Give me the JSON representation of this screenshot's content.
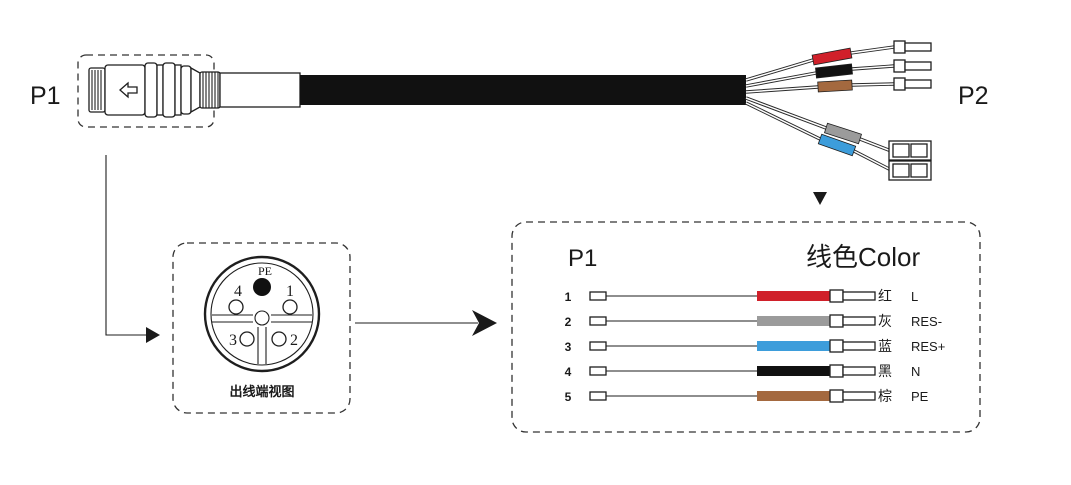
{
  "connector_labels": {
    "p1": "P1",
    "p2": "P2"
  },
  "pinout": {
    "pins": {
      "pe": "PE",
      "pin1": "1",
      "pin2": "2",
      "pin3": "3",
      "pin4": "4"
    },
    "caption": "出线端视图"
  },
  "wiring_table": {
    "header_pin": "P1",
    "header_color": "线色Color",
    "rows": [
      {
        "pin": "1",
        "color_name": "红",
        "signal": "L",
        "color": "#d0202a"
      },
      {
        "pin": "2",
        "color_name": "灰",
        "signal": "RES-",
        "color": "#9b9b9b"
      },
      {
        "pin": "3",
        "color_name": "蓝",
        "signal": "RES+",
        "color": "#3d9ddb"
      },
      {
        "pin": "4",
        "color_name": "黑",
        "signal": "N",
        "color": "#111111"
      },
      {
        "pin": "5",
        "color_name": "棕",
        "signal": "PE",
        "color": "#a4693f"
      }
    ]
  },
  "icons": {
    "connector_direction": "arrow-left-icon",
    "pointer": "triangle-down-icon",
    "flow_arrow": "arrow-right-icon"
  }
}
